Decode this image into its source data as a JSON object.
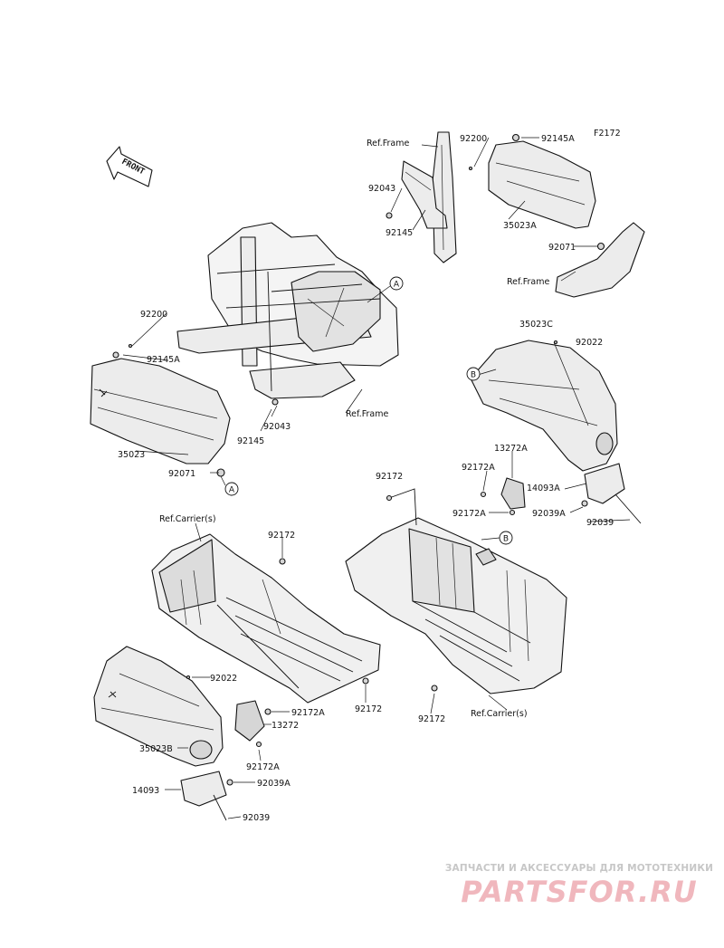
{
  "figure_code": "F2172",
  "front_label": "FRONT",
  "callouts": {
    "a": "A",
    "b": "B"
  },
  "labels": {
    "ref_frame_top": "Ref.Frame",
    "p92200_top": "92200",
    "p92145A_top": "92145A",
    "p92043_top": "92043",
    "p92145_top": "92145",
    "p35023A": "35023A",
    "p92071_top": "92071",
    "ref_frame_mid": "Ref.Frame",
    "p35023C": "35023C",
    "p92022_right": "92022",
    "p92200_left": "92200",
    "p92145A_left": "92145A",
    "p92043_left": "92043",
    "p92145_left": "92145",
    "ref_frame_left": "Ref.Frame",
    "p35023": "35023",
    "p92071_left": "92071",
    "p13272A": "13272A",
    "p92172A_right1": "92172A",
    "p92172_right_top": "92172",
    "p14093A": "14093A",
    "p92172A_right2": "92172A",
    "p92039A_right": "92039A",
    "p92039_right": "92039",
    "ref_carrier_left": "Ref.Carrier(s)",
    "p92172_left_top": "92172",
    "p92022_left": "92022",
    "p92172A_left1": "92172A",
    "p13272": "13272",
    "p92172_left_mid": "92172",
    "p35023B": "35023B",
    "p92172A_left2": "92172A",
    "p14093": "14093",
    "p92039A_left": "92039A",
    "p92039_left": "92039",
    "p92172_right_bottom": "92172",
    "ref_carrier_right": "Ref.Carrier(s)"
  },
  "watermark": {
    "subtitle": "ЗАПЧАСТИ И АКСЕССУАРЫ ДЛЯ МОТОТЕХНИКИ",
    "brand": "PARTSFOR.RU"
  }
}
